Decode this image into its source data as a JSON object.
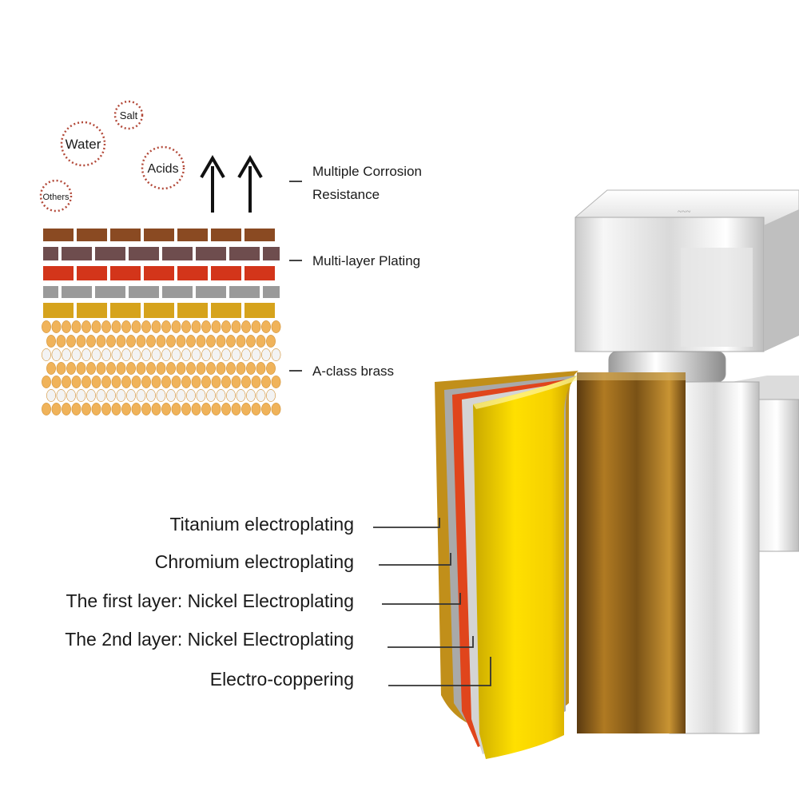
{
  "corrosion_agents": [
    "Water",
    "Salt",
    "Acids",
    "Others"
  ],
  "top_labels": {
    "resistance_line1": "Multiple Corrosion",
    "resistance_line2": "Resistance",
    "plating": "Multi-layer Plating",
    "brass": "A-class brass"
  },
  "layer_colors": {
    "brown": "#8a4a22",
    "mauve": "#6e4d4e",
    "red": "#d3351a",
    "gray": "#9a9a9a",
    "gold": "#d6a31c",
    "brass_dot": "#f0b35a"
  },
  "faucet_layers": [
    "Titanium electroplating",
    "Chromium electroplating",
    "The first layer: Nickel Electroplating",
    "The 2nd layer: Nickel Electroplating",
    "Electro-coppering"
  ],
  "icons": [
    "arrow-up-icon",
    "faucet-illustration"
  ]
}
